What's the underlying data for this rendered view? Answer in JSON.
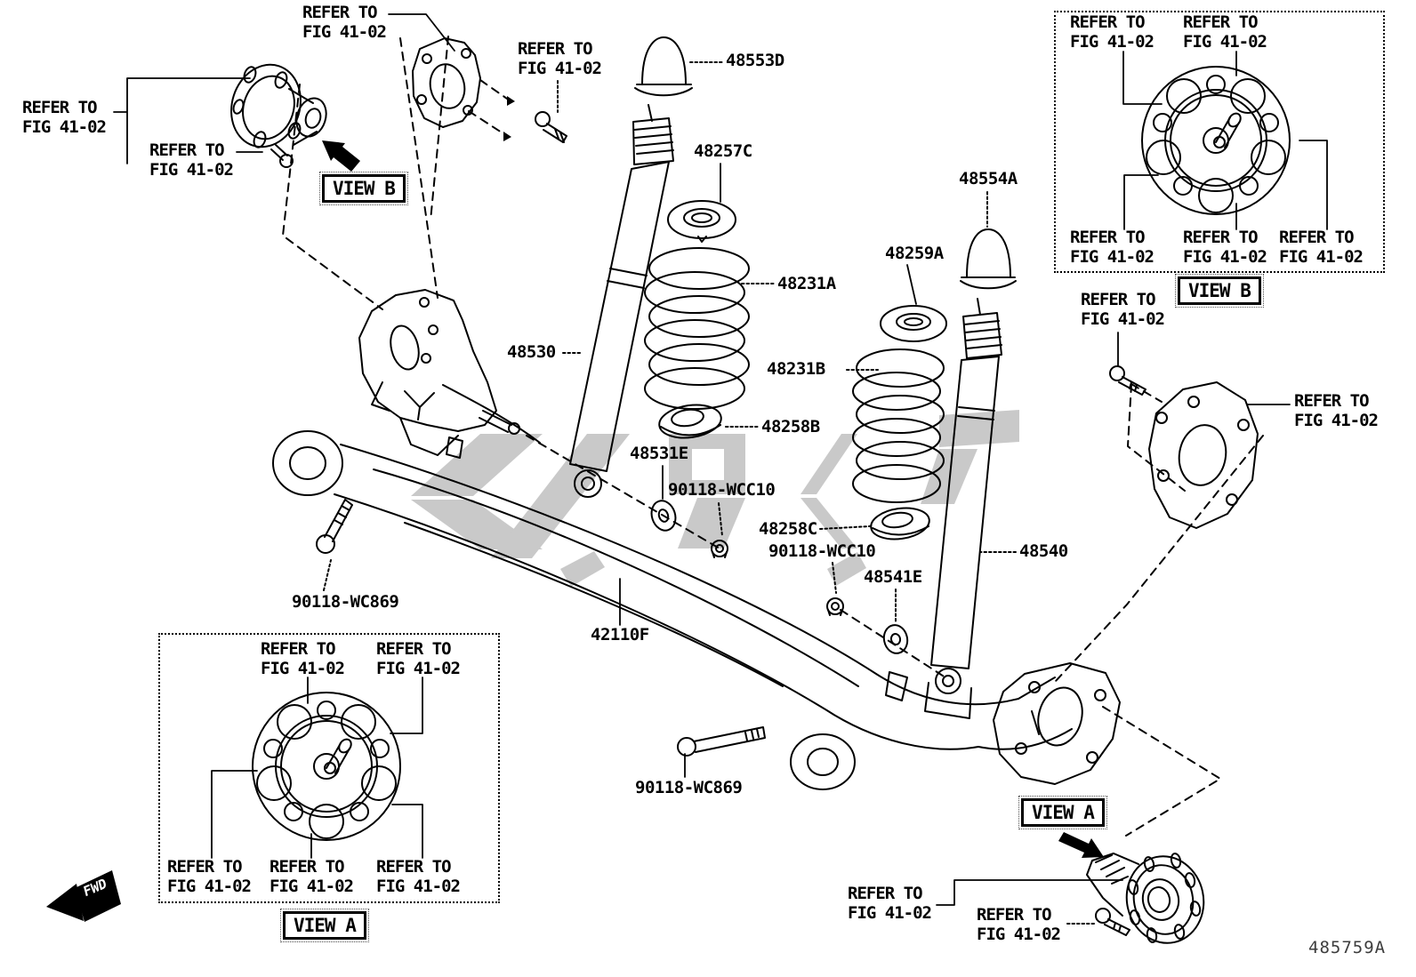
{
  "diagram": {
    "figure_code": "485759A",
    "refer_note": {
      "line1": "REFER TO",
      "line2": "FIG 41-02"
    },
    "view_a": "VIEW A",
    "view_b": "VIEW B",
    "fwd": "FWD",
    "parts": {
      "bump_stopper_left": "48553D",
      "bump_stopper_right": "48554A",
      "upper_spring_seat_left": "48257C",
      "upper_spring_seat_right": "48259A",
      "coil_spring_left": "48231A",
      "coil_spring_right": "48231B",
      "shock_absorber_left": "48530",
      "shock_absorber_right": "48540",
      "lower_spring_insulator_left": "48258B",
      "lower_spring_insulator_right": "48258C",
      "shock_washer_left": "48531E",
      "shock_washer_right": "48541E",
      "shock_nut_left": "90118-WCC10",
      "shock_nut_right": "90118-WCC10",
      "beam_bolt_left": "90118-WC869",
      "beam_bolt_right": "90118-WC869",
      "axle_beam": "42110F"
    }
  }
}
